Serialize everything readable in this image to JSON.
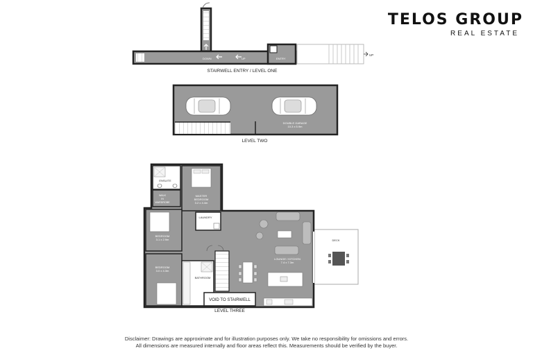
{
  "brand": {
    "name": "TELOS GROUP",
    "tagline": "REAL ESTATE"
  },
  "levels": {
    "one": "STAIRWELL ENTRY / LEVEL ONE",
    "two": "LEVEL TWO",
    "three": "LEVEL THREE"
  },
  "labels": {
    "down": "DOWN",
    "up": "UP",
    "entry": "ENTRY",
    "up_external": "UP",
    "double_garage": "DOUBLE GARAGE",
    "double_garage_size": "10.3 x 5.9m",
    "ensuite": "ENSUITE",
    "walk_in_robe_1": "WALK",
    "walk_in_robe_2": "IN",
    "walk_in_robe_3": "WARDROBE",
    "master_bedroom": "MASTER",
    "master_bedroom_2": "BEDROOM",
    "master_bedroom_size": "3.2 x 4.4m",
    "laundry": "LAUNDRY",
    "bedroom_a": "BEDROOM",
    "bedroom_a_size": "3.1 x 2.9m",
    "bedroom_b": "BEDROOM",
    "bedroom_b_size": "3.0 x 4.3m",
    "bathroom": "BATHROOM",
    "void_to_stairwell": "VOID TO STAIRWELL",
    "lounge_kitchen": "LOUNGE / KITCHEN",
    "lounge_kitchen_size": "7.4 x 7.3m",
    "deck": "DECK"
  },
  "disclaimer": {
    "line1": "Disclaimer: Drawings are approximate and for illustration purposes only. We take no responsibility for omissions and errors.",
    "line2": "All dimensions are measured internally and floor areas reflect this. Measurements should be verified by the buyer."
  }
}
